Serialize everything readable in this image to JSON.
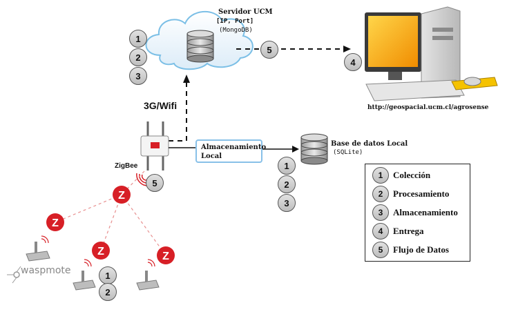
{
  "server": {
    "title": "Servidor UCM",
    "line2": "[IP, Port]",
    "line3": "(MongoDB)"
  },
  "network_label": "3G/Wifi",
  "zigbee_label": "ZigBee",
  "url": "http://geospacial.ucm.cl/agrosense",
  "local_storage": "Almacenamiento Local",
  "local_db": {
    "title": "Base de datos Local",
    "subtitle": "(SQLite)"
  },
  "logo_text": "waspmote",
  "badges": {
    "cloud": [
      "1",
      "2",
      "3"
    ],
    "flow_5": "5",
    "computer_4": "4",
    "gateway_5": "5",
    "local": [
      "1",
      "2",
      "3"
    ],
    "nodes": [
      "1",
      "2"
    ]
  },
  "legend": [
    {
      "num": "1",
      "label": "Colección"
    },
    {
      "num": "2",
      "label": "Procesamiento"
    },
    {
      "num": "3",
      "label": "Almacenamiento"
    },
    {
      "num": "4",
      "label": "Entrega"
    },
    {
      "num": "5",
      "label": "Flujo de Datos"
    }
  ],
  "colors": {
    "zigbee_red": "#d71f26",
    "cloud_blue": "#7bbfe6",
    "storage_border": "#88c0e8",
    "dashed_link": "#e89090",
    "monitor_screen": "#f5a800"
  }
}
